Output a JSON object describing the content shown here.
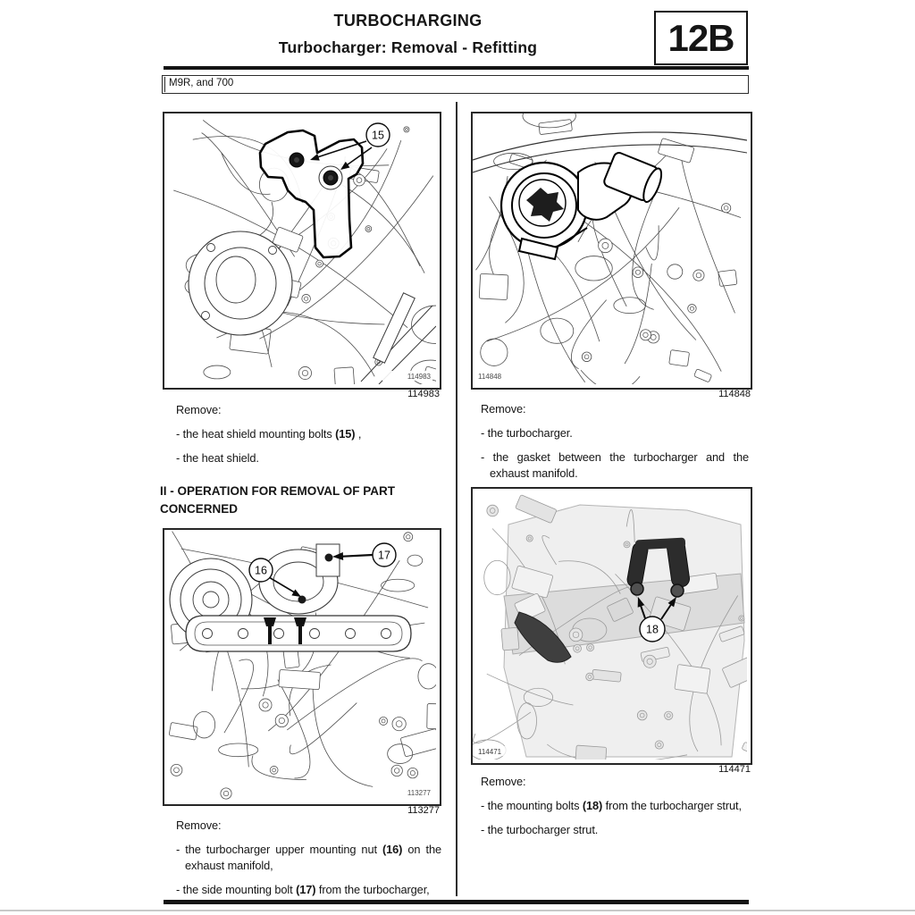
{
  "header": {
    "title": "TURBOCHARGING",
    "subtitle": "Turbocharger: Removal - Refitting",
    "section_code": "12B"
  },
  "model_bar": {
    "label": "M9R, and 700"
  },
  "marker": "- ",
  "section_heading": "II - OPERATION FOR REMOVAL OF PART CONCERNED",
  "figures": {
    "fig1": {
      "id": "114983",
      "callout_15": "15"
    },
    "fig2": {
      "id": "114848"
    },
    "fig3": {
      "id": "113277",
      "callout_16": "16",
      "callout_17": "17"
    },
    "fig4": {
      "id": "114471",
      "callout_18": "18"
    }
  },
  "blocks": {
    "b1": {
      "heading": "Remove:",
      "items": [
        {
          "pre": "the heat shield mounting bolts ",
          "bold": "(15)",
          "post": " ,"
        },
        {
          "pre": "the heat shield.",
          "bold": "",
          "post": ""
        }
      ]
    },
    "b2": {
      "heading": "Remove:",
      "items": [
        {
          "pre": "the turbocharger.",
          "bold": "",
          "post": ""
        },
        {
          "pre": "the gasket between the turbocharger and the exhaust manifold.",
          "bold": "",
          "post": ""
        }
      ]
    },
    "b3": {
      "heading": "Remove:",
      "items": [
        {
          "pre": "the turbocharger upper mounting nut ",
          "bold": "(16)",
          "post": " on the exhaust manifold,"
        },
        {
          "pre": "the side mounting bolt ",
          "bold": "(17)",
          "post": " from the turbocharger,"
        }
      ]
    },
    "b4": {
      "heading": "Remove:",
      "items": [
        {
          "pre": "the mounting bolts ",
          "bold": "(18)",
          "post": " from the turbocharger strut,"
        },
        {
          "pre": "the turbocharger strut.",
          "bold": "",
          "post": ""
        }
      ]
    }
  }
}
